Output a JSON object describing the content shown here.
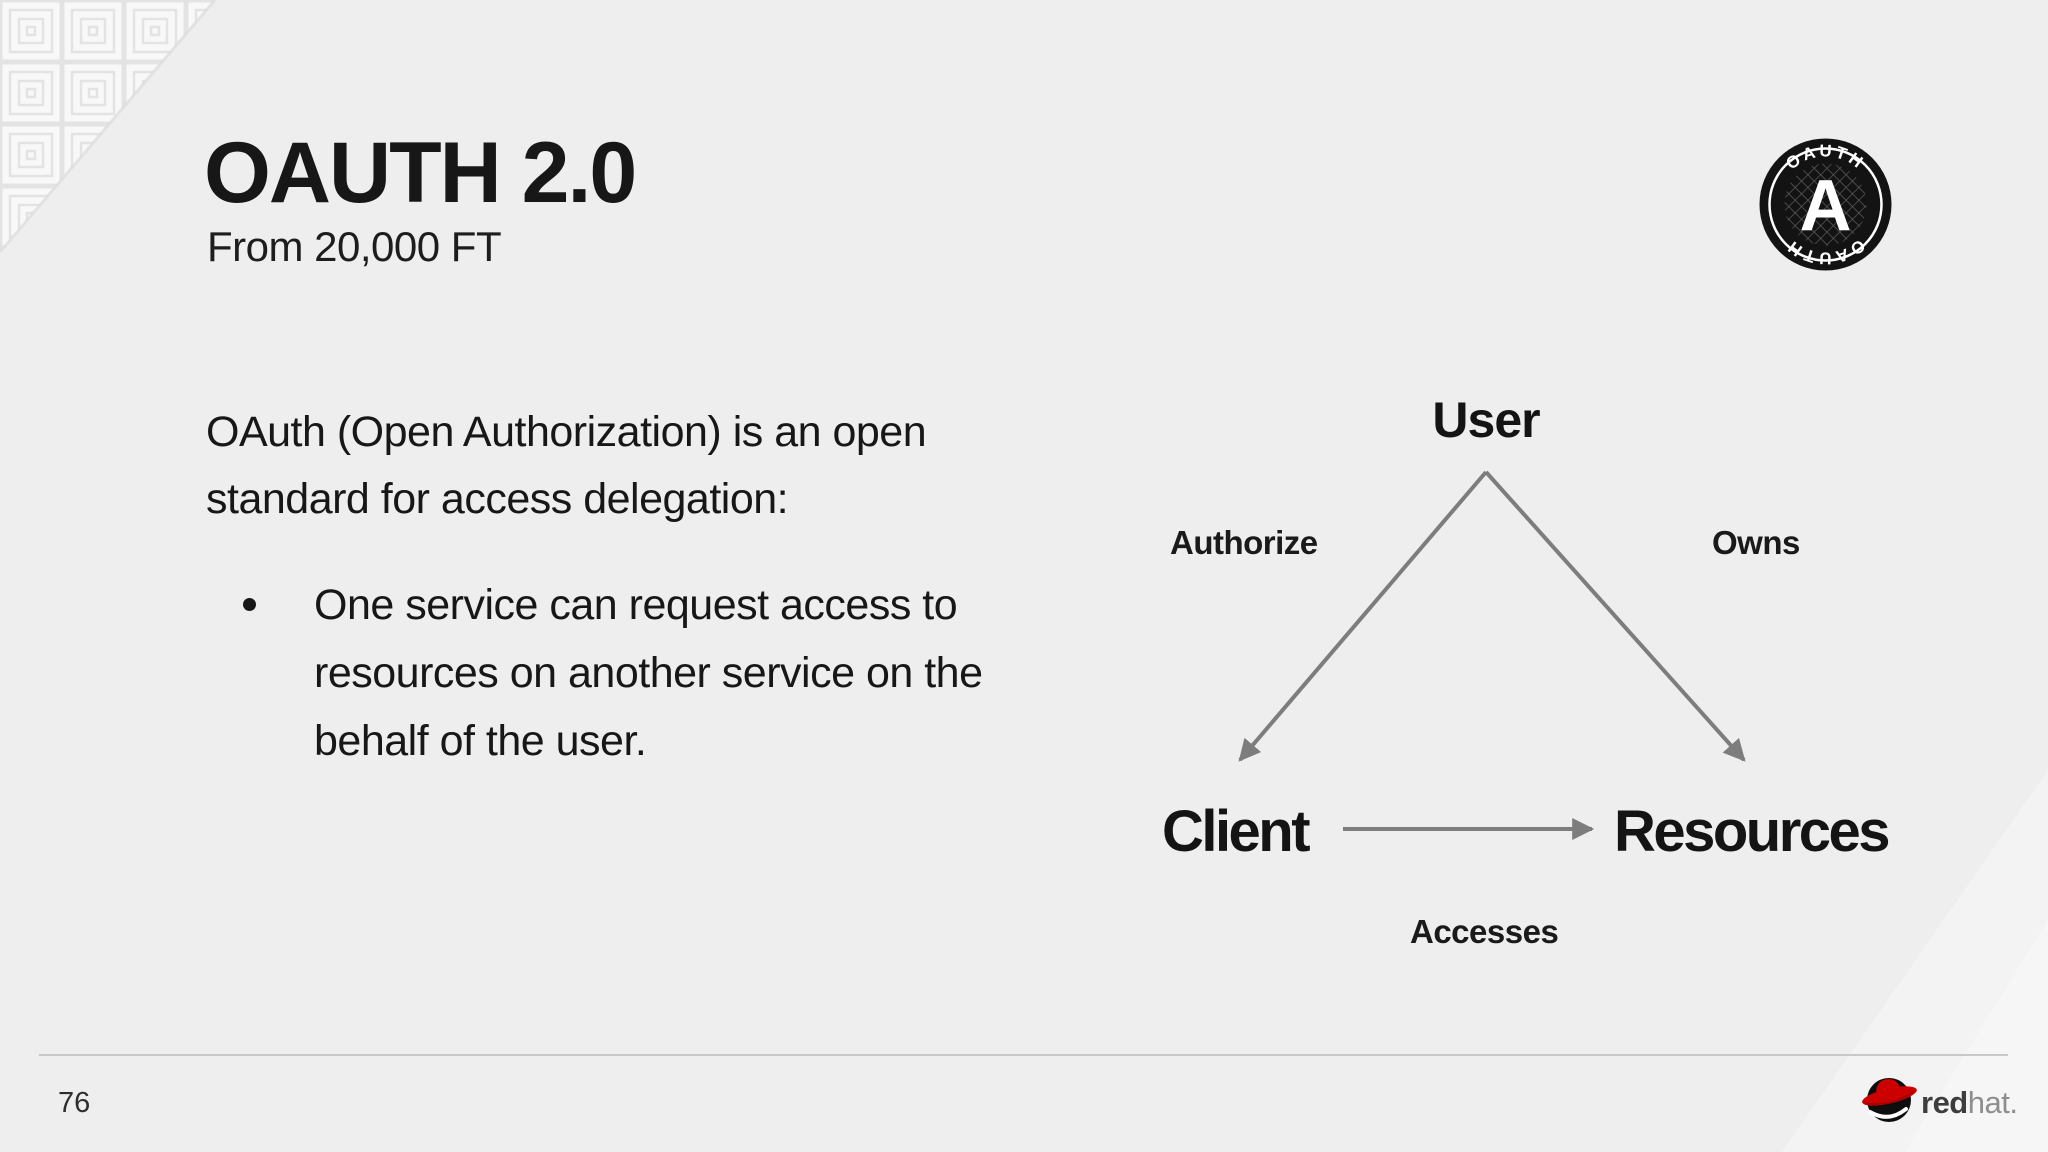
{
  "slide": {
    "title": "OAUTH 2.0",
    "subtitle": "From 20,000 FT",
    "page_number": "76",
    "body": {
      "paragraph_lines": [
        "OAuth (Open Authorization) is an open",
        "standard for access delegation:"
      ],
      "bullet_lines": [
        "One service can request access to",
        "resources on another service on the",
        "behalf of the user."
      ]
    },
    "diagram": {
      "nodes": {
        "top": "User",
        "bottom_left": "Client",
        "bottom_right": "Resources"
      },
      "edge_labels": {
        "left": "Authorize",
        "right": "Owns",
        "bottom": "Accesses"
      }
    },
    "badge": {
      "text_top": "OAUTH",
      "text_bottom": "OAUTH",
      "letter": "A"
    },
    "footer": {
      "brand_bold": "red",
      "brand_light": "hat."
    },
    "colors": {
      "background": "#efeeee",
      "text": "#171717",
      "arrow": "#7d7d7d",
      "divider": "#c9c8c8",
      "brand_red": "#cc0000"
    }
  }
}
